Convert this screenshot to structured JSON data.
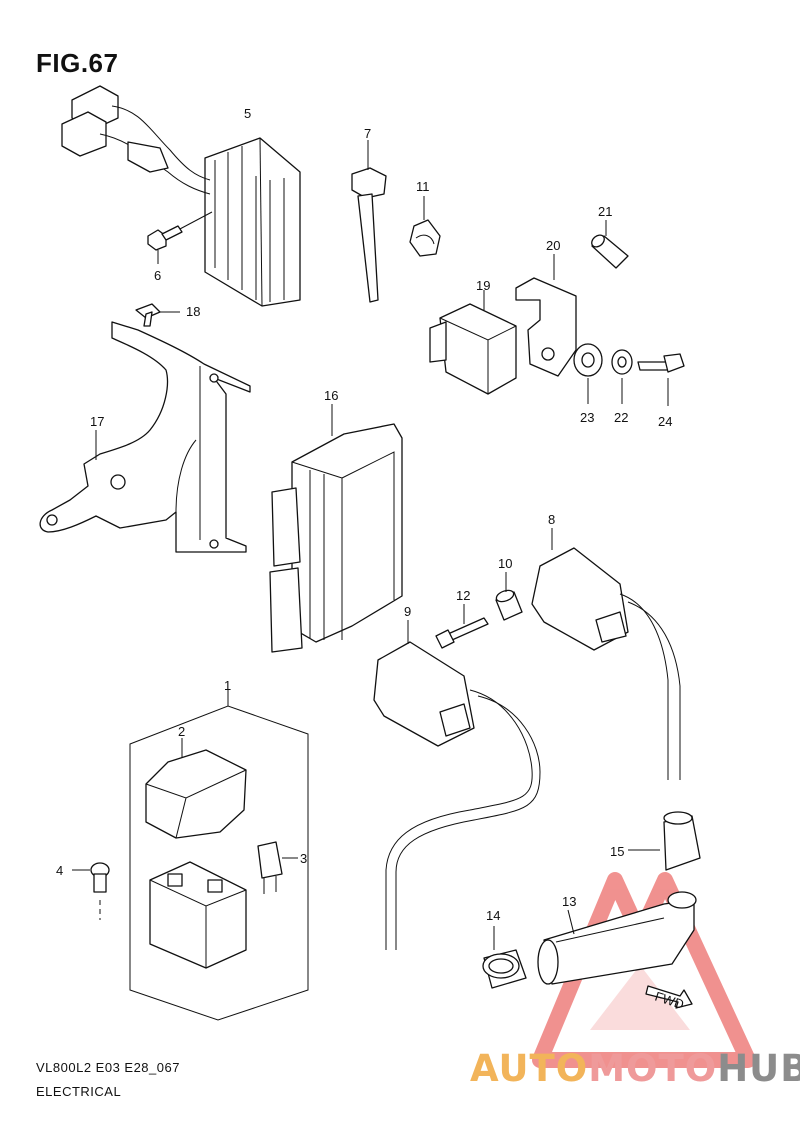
{
  "title": "FIG.67",
  "footer": {
    "code": "VL800L2 E03 E28_067",
    "section": "ELECTRICAL"
  },
  "callouts": {
    "p1": "1",
    "p2": "2",
    "p3": "3",
    "p4": "4",
    "p5": "5",
    "p6": "6",
    "p7": "7",
    "p8": "8",
    "p9": "9",
    "p10": "10",
    "p11": "11",
    "p12": "12",
    "p13": "13",
    "p14": "14",
    "p15": "15",
    "p16": "16",
    "p17": "17",
    "p18": "18",
    "p19": "19",
    "p20": "20",
    "p21": "21",
    "p22": "22",
    "p23": "23",
    "p24": "24"
  },
  "fwd_label": "FWD",
  "watermark": {
    "part1": "AUTO",
    "part2": "MOTO",
    "part3": "HUB"
  },
  "colors": {
    "line": "#111111",
    "watermark_red": "#e53935",
    "watermark_orange": "#f2b45a",
    "watermark_grey": "#8c8c8c"
  }
}
